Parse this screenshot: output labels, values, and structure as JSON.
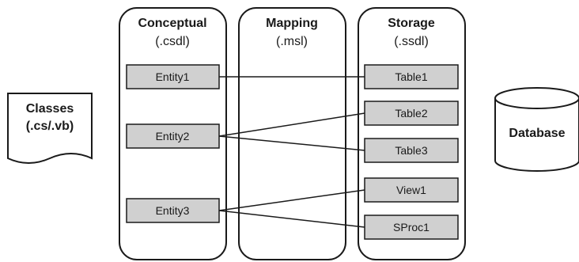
{
  "classes": {
    "line1": "Classes",
    "line2": "(.cs/.vb)"
  },
  "columns": {
    "conceptual": {
      "title": "Conceptual",
      "subtitle": "(.csdl)"
    },
    "mapping": {
      "title": "Mapping",
      "subtitle": "(.msl)"
    },
    "storage": {
      "title": "Storage",
      "subtitle": "(.ssdl)"
    }
  },
  "entities": [
    "Entity1",
    "Entity2",
    "Entity3"
  ],
  "storage_items": [
    "Table1",
    "Table2",
    "Table3",
    "View1",
    "SProc1"
  ],
  "database": {
    "label": "Database"
  }
}
